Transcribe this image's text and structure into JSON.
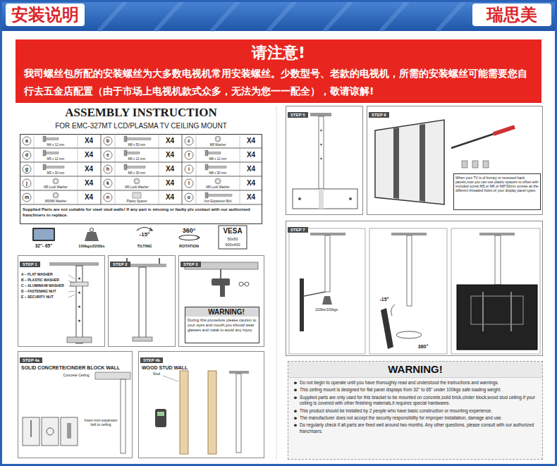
{
  "diagram": {
    "nodes": [
      {
        "text": [
          "安装说明"
        ]
      },
      {
        "text": [
          "瑞思美"
        ]
      },
      {
        "text": [
          "请注意!",
          "我司螺丝包所配的安装螺丝为大多数电视机常用安装螺丝。少数型号、老款的电视机，所需的安装螺丝可能需要您自行去五金店配置（由于市场上电视机款式众多，无法为您一一配全），敬请谅解!"
        ]
      },
      {
        "text": [
          "Supplied Parts are not suitable for steel stud walls! If any part is missing or faulty pls contact with our authorized franchisers to replace."
        ]
      },
      {
        "text": [
          "STEP 1"
        ]
      },
      {
        "text": [
          "STEP 2"
        ]
      },
      {
        "text": [
          "STEP 3"
        ]
      },
      {
        "text": [
          "WARNING!",
          "During this procedure please caution to your eyes and mouth,you should wear glasses and mask to avoid any injury."
        ],
        "in": 6
      },
      {
        "text": [
          "STEP 4a",
          "SOLID CONCRETE/CINDER BLOCK WALL"
        ]
      },
      {
        "text": [
          "STEP 4b",
          "WOOD STUD WALL"
        ]
      },
      {
        "text": [
          "STEP 5"
        ]
      },
      {
        "text": [
          "STEP 6"
        ]
      },
      {
        "text": [
          "When your TV is of bumpy or recessed back panels,now you can use plastic spacers to offset with included screw M5 or M6 or M8*30mm screws as the different threaded holes of your display panel types."
        ],
        "in": 11
      },
      {
        "text": [
          "STEP 7"
        ]
      },
      {
        "text": [
          "WARNING!",
          "Do not begin to operate until you have thoroughly read and understood the instructions and warnings.",
          "This ceiling mount is designed for flat panel displays from 32\" to 65\" under 100kgs safe loading weight.",
          "Supplied parts are only used for this bracket to be mounted on concrete,solid brick,cinder block,wood stud ceiling.If your ceiling is covered with other finishing materials,it requires special hardwares.",
          "This product should be installed by 2 people who have basic construction or mounting experience.",
          "The manufacturer does not accept the security responsibility for improper installation, damage and use.",
          "Do regularly check if all parts are fixed well around two months. Any other questions, please consult with our authorized franchisers."
        ]
      }
    ],
    "labels": [
      "ASSEMBLY INSTRUCTION",
      "FOR EMC-327MT LCD/PLASMA TV CEILING MOUNT",
      "a",
      "M4 x 12 mm",
      "X4",
      "b",
      "M8 x 50 mm",
      "X4",
      "c",
      "M8 Washer",
      "X4",
      "d",
      "M5 x 12 mm",
      "X4",
      "e",
      "M6 x 12 mm",
      "X4",
      "f",
      "M8 x 12 mm",
      "X4",
      "g",
      "M5 x 30 mm",
      "X4",
      "h",
      "M6 x 30 mm",
      "X4",
      "i",
      "M8 x 30 mm",
      "X4",
      "j",
      "M5 Lock Washer",
      "X4",
      "k",
      "M6 Lock Washer",
      "X4",
      "l",
      "M8 Lock Washer",
      "X4",
      "m",
      "M5/M6 Washer",
      "X4",
      "n",
      "Plastic Spacer",
      "X4",
      "o",
      "Iron Expansion Bolt",
      "X4",
      "32\"- 65\"",
      "100kgs/220lbs",
      "-15°",
      "TILTING",
      "360°",
      "ROTATION",
      "VESA",
      "50x50",
      "600x400",
      "A – FLAT WASHER",
      "B – PLASTIC WASHER",
      "C – ALUMINIUM WASHER",
      "D – FASTENING NUT",
      "E – SECURITY NUT",
      "Concrete Ceiling",
      "Insert mini expansion bolt to ceiling",
      "Stud",
      "220lbs/100kgs",
      "-15°",
      "360°"
    ]
  }
}
